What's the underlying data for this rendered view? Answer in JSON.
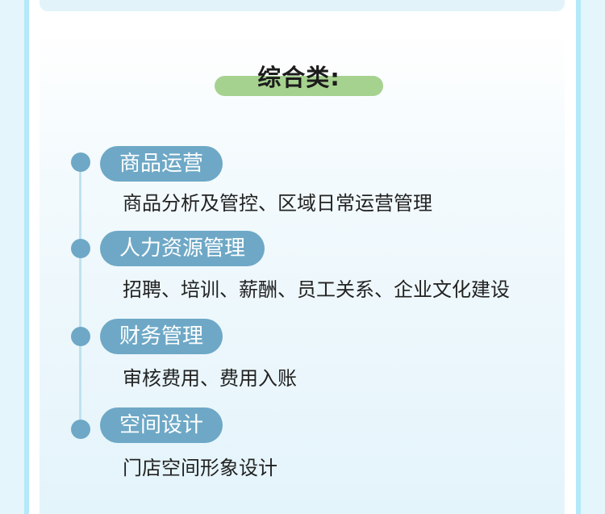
{
  "section": {
    "title": "综合类:"
  },
  "items": [
    {
      "label": "商品运营",
      "description": "商品分析及管控、区域日常运营管理"
    },
    {
      "label": "人力资源管理",
      "description": "招聘、培训、薪酬、员工关系、企业文化建设"
    },
    {
      "label": "财务管理",
      "description": "审核费用、费用入账"
    },
    {
      "label": "空间设计",
      "description": "门店空间形象设计"
    }
  ],
  "colors": {
    "pill": "#6ea8c6",
    "title_highlight": "#a6d28f",
    "frame": "#b3e9fa",
    "timeline_line": "#bfe2ee"
  }
}
